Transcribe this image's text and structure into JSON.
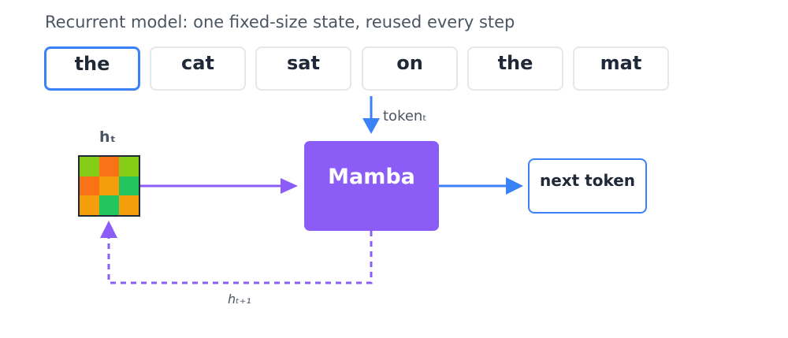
{
  "caption": "Recurrent model: one fixed-size state, reused every step",
  "tokens": [
    {
      "label": "the",
      "active": true
    },
    {
      "label": "cat",
      "active": false
    },
    {
      "label": "sat",
      "active": false
    },
    {
      "label": "on",
      "active": false
    },
    {
      "label": "the",
      "active": false
    },
    {
      "label": "mat",
      "active": false
    }
  ],
  "state": {
    "label": "hₜ",
    "cell_colors": [
      "#84cc16",
      "#f97316",
      "#84cc16",
      "#f97316",
      "#f59e0b",
      "#22c55e",
      "#f59e0b",
      "#22c55e",
      "#f59e0b"
    ]
  },
  "model": {
    "label": "Mamba",
    "color": "#8b5cf6"
  },
  "output": {
    "label": "next token"
  },
  "arrows": {
    "token_in_label": "tokenₜ",
    "recurrence_label": "hₜ₊₁"
  },
  "colors": {
    "blue": "#3b82f6",
    "purple": "#8b5cf6",
    "border": "#e5e7eb"
  }
}
